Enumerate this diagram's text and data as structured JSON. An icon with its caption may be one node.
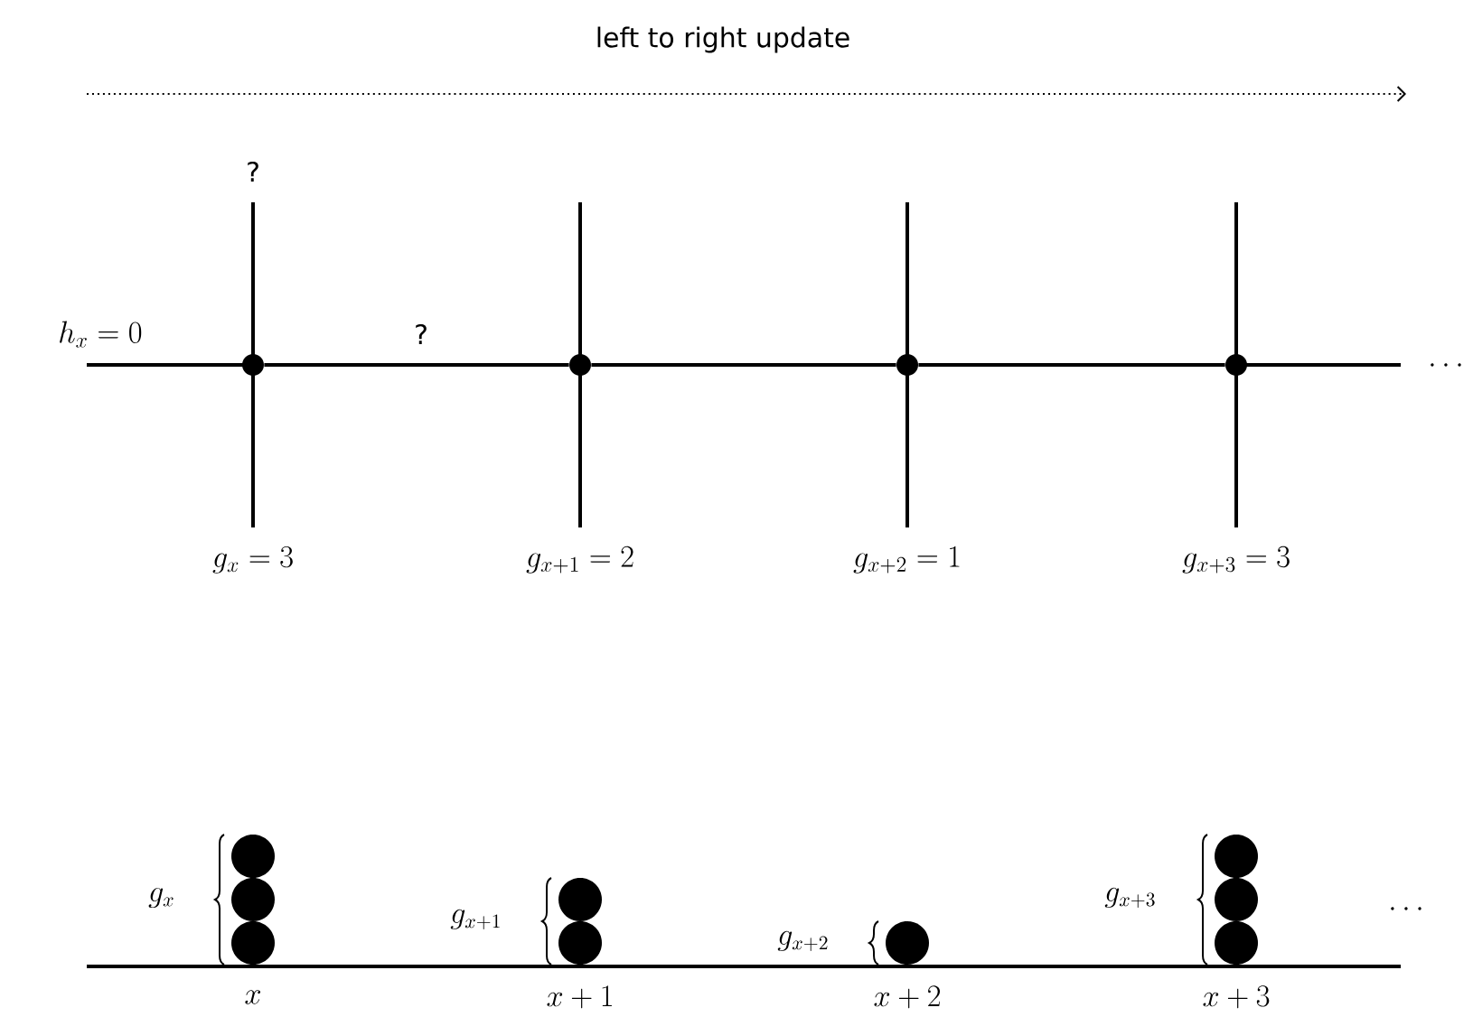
{
  "diagram": {
    "nodes": [
      {
        "text": [],
        "shape": "circle"
      },
      {
        "text": [],
        "shape": "circle"
      },
      {
        "text": [],
        "shape": "circle"
      },
      {
        "text": [],
        "shape": "circle"
      }
    ],
    "edges": [
      {
        "from": 0,
        "to": 1,
        "arrow": "none"
      },
      {
        "from": 1,
        "to": 2,
        "arrow": "none"
      },
      {
        "from": 2,
        "to": 3,
        "arrow": "none"
      }
    ],
    "labels": [
      "left to right update",
      "?",
      "h_x = 0",
      "?",
      "\\ldots",
      "g_x = 3",
      "g_{x+1} = 2",
      "g_{x+2} = 1",
      "g_{x+3} = 3",
      "g_x",
      "g_{x+1}",
      "g_{x+3}",
      "\\ldots",
      "g_{x+2}",
      "x",
      "x+1",
      "x+2",
      "x+3"
    ]
  }
}
